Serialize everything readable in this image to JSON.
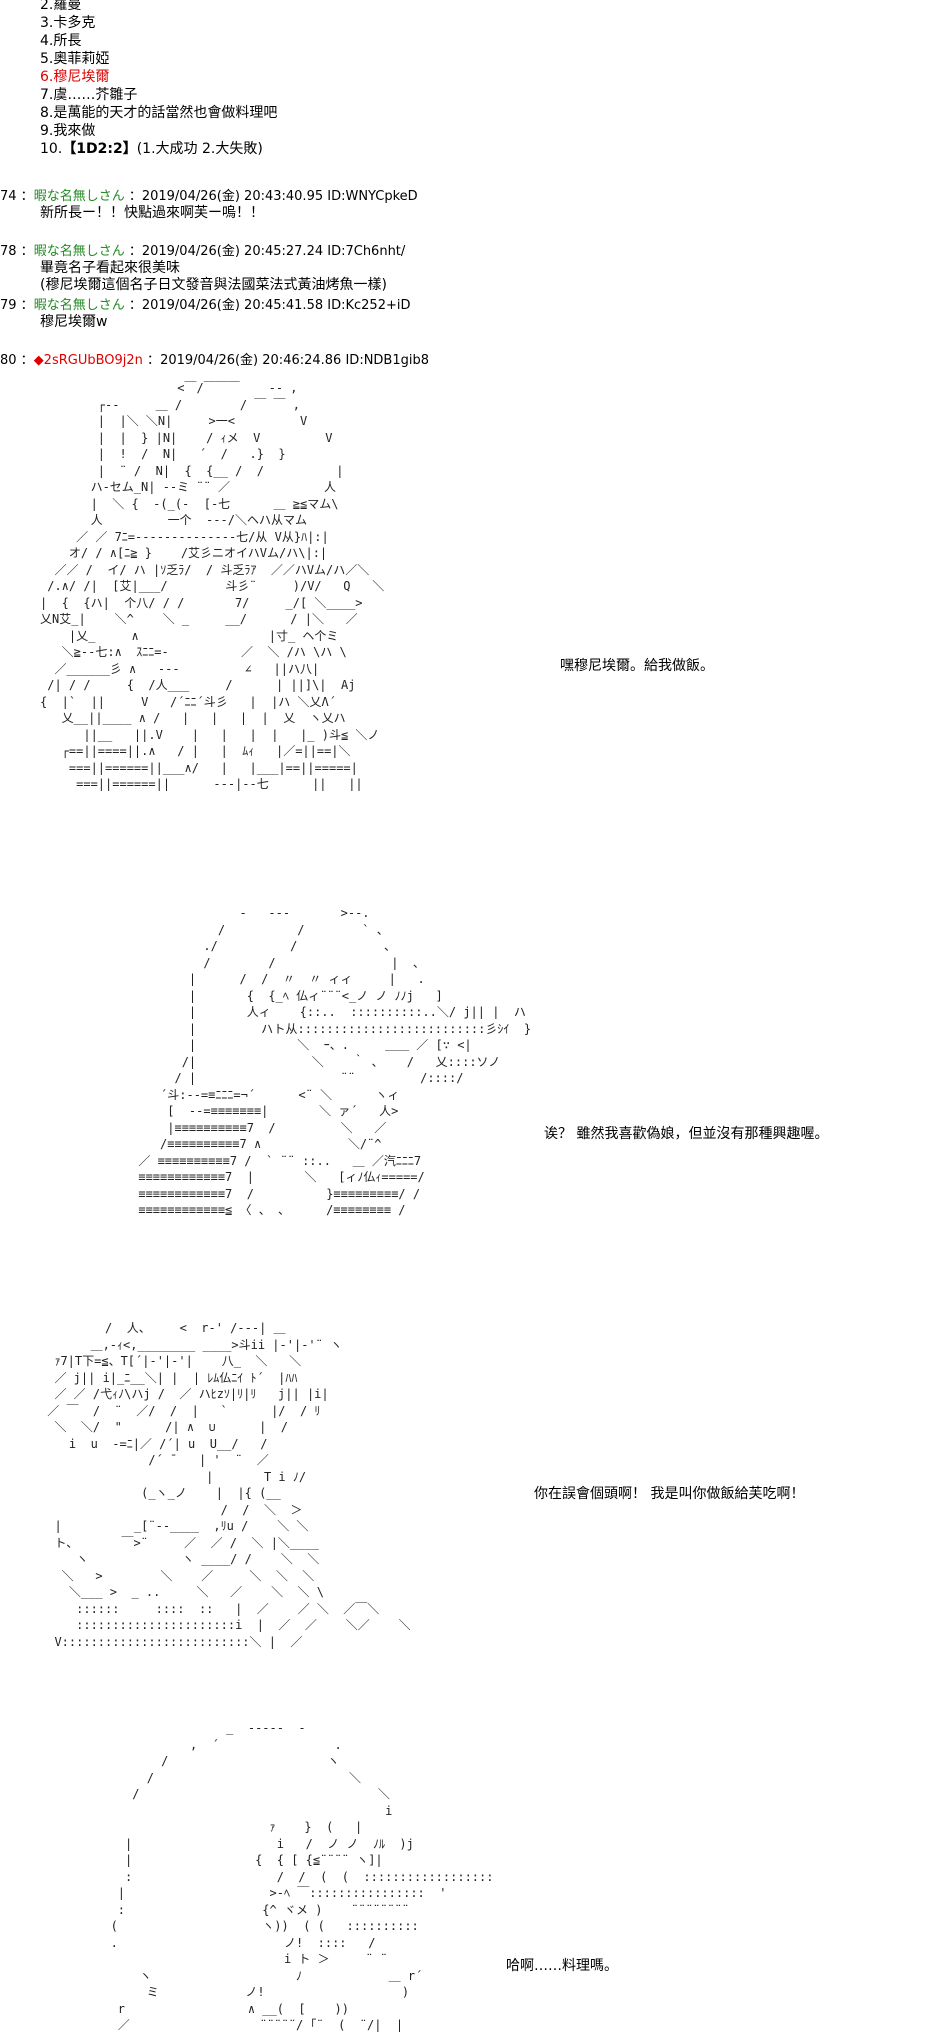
{
  "list": [
    {
      "text": "2.羅曼"
    },
    {
      "text": "3.卡多克"
    },
    {
      "text": "4.所長"
    },
    {
      "text": "5.奧菲莉婭"
    },
    {
      "text": "6.穆尼埃爾",
      "highlight": true
    },
    {
      "text": "7.虞……芥雛子"
    },
    {
      "text": "8.是萬能的天才的話當然也會做料理吧"
    },
    {
      "text": "9.我來做"
    },
    {
      "text_prefix": "10.",
      "dice": "【1D2:2】",
      "text_suffix": "(1.大成功  2.大失敗)"
    }
  ],
  "posts": [
    {
      "num": "74",
      "name": "暇な名無しさん",
      "date": "2019/04/26(金) 20:43:40.95",
      "id": "ID:WNYCpkeD",
      "body": [
        "新所長ー！！快點過來啊芙ー嗚！！"
      ]
    },
    {
      "num": "78",
      "name": "暇な名無しさん",
      "date": "2019/04/26(金) 20:45:27.24",
      "id": "ID:7Ch6nht/",
      "body": [
        "畢竟名子看起來很美味",
        "(穆尼埃爾這個名子日文發音與法國菜法式黃油烤魚一樣)"
      ]
    },
    {
      "num": "79",
      "name": "暇な名無しさん",
      "date": "2019/04/26(金) 20:45:41.58",
      "id": "ID:Kc252+iD",
      "body": [
        "穆尼埃爾w"
      ]
    },
    {
      "num": "80",
      "trip": "◆2sRGUbBO9j2n",
      "date": "2019/04/26(金) 20:46:24.86",
      "id": "ID:NDB1gib8",
      "body": []
    }
  ],
  "captions": [
    "嘿穆尼埃爾。給我做飯。",
    "诶？  雖然我喜歡偽娘，但並沒有那種興趣喔。",
    "你在誤會個頭啊！  我是叫你做飯給芙吃啊！",
    "哈啊……料理嗎。"
  ],
  "art": [
    "                   <￣/￣￣￣    -- ,\n        ┌--     ＿ /        / ￣ ￣ ,\n        |  |＼ ＼N|     >一<         V\n        |  |  } |N|    / ｨメ  V         V\n        |  !  /  N|   ´  /   .}  }\n        |  ¨ /  N|  {  {__ /  /          |\n       ハ-セム_N| --ミ ¨¨ ／             人\n       |  ＼ {  -(_(-  [-七      ＿ ≧≦マム\\\n       人         一个  ---/＼ヘハ从マム\n     ／ ／ 7ﾆ=--------------七/从 V从}ﾊ|:|\n    オ/ / ∧[ﾆ≧ }    /艾彡ニオイハVム/ハ\\|:|\n  ／／ /  イ/ ハ |ｿ乏ﾗ/  / 斗乏ﾗｱ  ／／ハVム/ハ／＼\n /.∧/ /|  [艾|___/        斗彡¨     )/V/   Q   ＼\n|  {  {ハ|  个八/ / /       7/     _/[ ＼____>\n乂Ν艾_|    ＼^    ＼ _     __/      / |＼   ／\n    |乂_     ∧                  |寸_ ヘ个ミ\n   ＼≧--七:∧  ｽﾆﾆ=-          ／  ＼ /ハ \\ハ \\\n  ／______彡 ∧   ---         ∠   ||ハ八|\n /| / /     {  /人___     /      | ||]\\|  Aj\n{  |`  ||     V   /´ﾆﾆ´斗彡   |  |ハ ＼乂Λ´\n   乂__||____ ∧ /   |   |   |  |  乂  ヽ乂ハ\n      ||__   ||.V    |   |   |  |   |_ )斗≦ ＼ノ\n   ┌==||====||.∧   / |   |  ﾑｨ   |／=||==|＼\n    ===||======||___∧/   |   |___|==||=====|\n     ===||======||      ---|--七      ||   ||",
    "                    -   ---       >--.\n                 /          /        ` 、\n               ./          /            、\n               /        /                |  、\n             |      /  /  〃  〃 ィィ     |   .\n             |       {  {_ﾍ 仏ィ¨¨¨<_ノ ノ ﾉﾉj   ]\n             |       人ィ    {::..  ::::::::::..＼/ j|| |  ハ\n             |         ハト从::::::::::::::::::::::::::彡ｼｲ  }\n             |              ＼  ｰ、.     ＿＿ ／ [∵ <|\n            /|                ＼    ｀ ､    /   乂::::ソノ\n           / |                    ¨¨         /::::/\n         ´斗:--=≡ﾆﾆﾆ=¬´      <¨ ＼      ヽィ\n          [  --=≡≡≡≡≡≡≡|       ＼ ァ´   人>\n          |≡≡≡≡≡≡≡≡≡≡7  /         ＼   ／\n         /≡≡≡≡≡≡≡≡≡≡7 ∧            ＼/¨^\n      ／ ≡≡≡≡≡≡≡≡≡≡7 /  ` ¨¨ ::..   ＿ ／汽ﾆﾆﾆ7\n      ≡≡≡≡≡≡≡≡≡≡≡≡7  |       ＼   [ィﾉ仏ｨ=====/\n      ≡≡≡≡≡≡≡≡≡≡≡≡7  /          }≡≡≡≡≡≡≡≡≡/ /\n      ≡≡≡≡≡≡≡≡≡≡≡≡≦ 〈 、 、     /≡≡≡≡≡≡≡≡ /",
    "         /  人、    <  r‐' /‐-‐| ＿\n       ＿,-ｨ<,________ ____>斗ii |‐'|‐'¨ ヽ\n  ｧ7|T下=≦、T[´|‐'|‐'|    八_  ＼   ＼\n  ／ j|| i|_ﾆ__＼| |  | ﾚﾑ仏ﾆｲ ﾄ´  |ﾊﾊ\n  ／ ／ /弋ｨﾉ\\ハj /  ／ ハﾋzｿ|ﾘ|ﾘ   j|| |i|\n ／ ￣  /  ¨  ／/  /  |   `      |/  / ﾘ\n  ＼  ＼/  \"      /| ∧  ∪      |  /\n    i  u  -=ﾆ|／ /´| u  U__/   /\n               /´ ̄    | '  ¨  ／\n                       |       T i ﾉ/\n              (_ヽ_ノ    |  |{ (__\n                         /  /  ＼  ＞\n  |          _[¨‐-____  ,ﾘu /    ＼ ＼\n  ト、      ￣>¨     ／  ／ /  ＼ |＼____\n     ヽ             ヽ ____/ /    ＼  ＼\n   ＼   >        ＼    ／     ＼  ＼  ＼\n    ＼___ >  _ ..     ＼   ／    ＼  ＼ \\\n     ::::::     ::::  ::   |  ／    ／ ＼  ／￣＼\n     ::::::::::::::::::::::i  |  ／  ／    ＼／    ＼\n  V::::::::::::::::::::::::::＼ |  ／\n",
    "                       _  -----  -\n                  ,  ´                .\n              /                      ヽ\n            /                           ＼\n          /                                 ＼\n                                             i\n                             ｧ    }  (   |\n         |                    i   /  ノ ノ  ﾉﾙ  )j\n         |                 {  { [ {≦¨¨¨¨ ヽ]|\n         :                    /  /  (  (  ::::::::::::::::::\n        |                    >-ﾍ ￣::::::::::::::::  '\n        :                   {^ ヾメ )    ¨¨¨¨¨¨¨¨\n       (                    ヽ))  ( (   ::::::::::\n       .                       ノ!  ::::   /\n                               i ト ＞     ¨ ¨\n           ヽ                    ﾉ            ＿ r´\n            ミ            ノ!                   )\n        r                 ∧ __(  [    ))\n        ／                  ¨¨¨¨¨/ ｢¨  (  ¨/|  |"
  ]
}
